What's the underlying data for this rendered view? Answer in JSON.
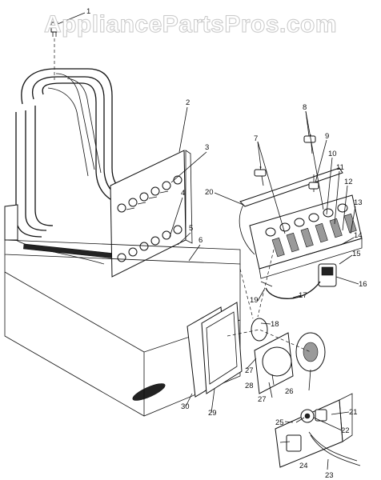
{
  "watermark": {
    "text": "AppliancePartsPros.com"
  },
  "callouts": [
    {
      "id": "c1",
      "label": "1"
    },
    {
      "id": "c2",
      "label": "2"
    },
    {
      "id": "c3",
      "label": "3"
    },
    {
      "id": "c4",
      "label": "4"
    },
    {
      "id": "c5",
      "label": "5"
    },
    {
      "id": "c6",
      "label": "6"
    },
    {
      "id": "c7",
      "label": "7"
    },
    {
      "id": "c8",
      "label": "8"
    },
    {
      "id": "c9",
      "label": "9"
    },
    {
      "id": "c10",
      "label": "10"
    },
    {
      "id": "c11",
      "label": "11"
    },
    {
      "id": "c12",
      "label": "12"
    },
    {
      "id": "c13",
      "label": "13"
    },
    {
      "id": "c14",
      "label": "14"
    },
    {
      "id": "c15",
      "label": "15"
    },
    {
      "id": "c16",
      "label": "16"
    },
    {
      "id": "c17",
      "label": "17"
    },
    {
      "id": "c18",
      "label": "18"
    },
    {
      "id": "c19",
      "label": "19"
    },
    {
      "id": "c20",
      "label": "20"
    },
    {
      "id": "c21",
      "label": "21"
    },
    {
      "id": "c22",
      "label": "22"
    },
    {
      "id": "c23",
      "label": "23"
    },
    {
      "id": "c24",
      "label": "24"
    },
    {
      "id": "c25",
      "label": "25"
    },
    {
      "id": "c26",
      "label": "26"
    },
    {
      "id": "c27a",
      "label": "27"
    },
    {
      "id": "c27b",
      "label": "27"
    },
    {
      "id": "c28",
      "label": "28"
    },
    {
      "id": "c29",
      "label": "29"
    },
    {
      "id": "c30",
      "label": "30"
    }
  ]
}
